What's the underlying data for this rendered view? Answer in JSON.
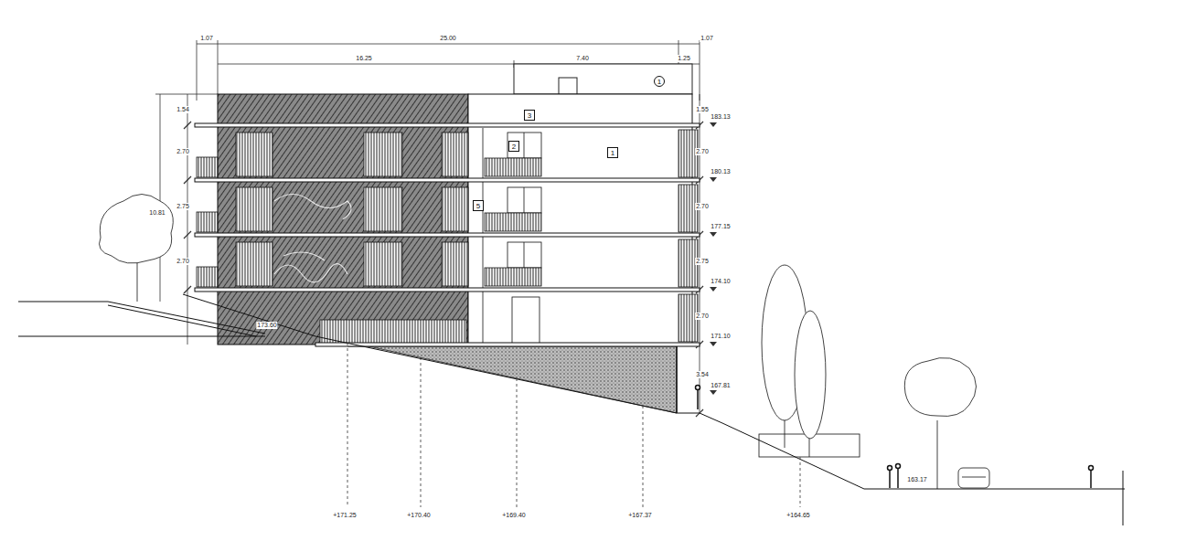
{
  "diagram": {
    "nodes": [
      {
        "text": [
          "1"
        ]
      },
      {
        "text": [
          "3"
        ]
      },
      {
        "text": [
          "2"
        ]
      },
      {
        "text": [
          "1"
        ]
      },
      {
        "text": [
          "5"
        ]
      }
    ],
    "labels": [
      "1.07",
      "25.00",
      "1.07",
      "16.25",
      "7.40",
      "1.25",
      "1.54",
      "2.70",
      "2.75",
      "2.70",
      "10.81",
      "1.55",
      "183.13",
      "2.70",
      "180.13",
      "2.70",
      "177.15",
      "2.75",
      "174.10",
      "2.70",
      "171.10",
      "3.54",
      "167.81",
      "173.60",
      "+171.25",
      "+170.40",
      "+169.40",
      "+167.37",
      "+164.65",
      "163.17"
    ]
  }
}
